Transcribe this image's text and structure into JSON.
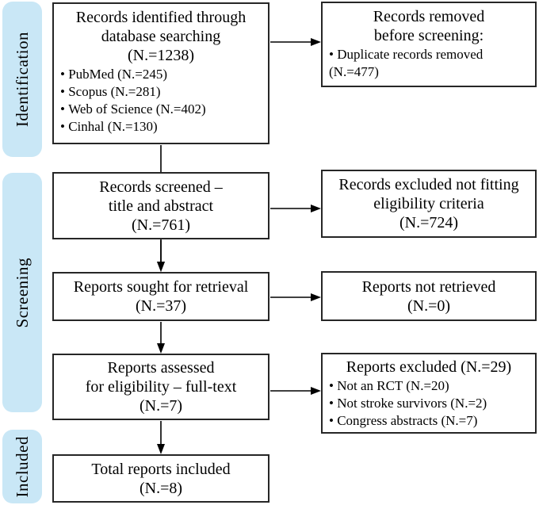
{
  "figure": {
    "kind": "PRISMA flow diagram"
  },
  "colors": {
    "stage_band": "#c9e7f6",
    "box_border": "#262626",
    "box_fill": "#ffffff",
    "arrow": "#000000",
    "text": "#000000",
    "background": "#ffffff"
  },
  "sidebar": {
    "stages": [
      {
        "label": "Identification"
      },
      {
        "label": "Screening"
      },
      {
        "label": "Included"
      }
    ]
  },
  "flow": {
    "identified": {
      "title_lines": [
        "Records identified through",
        "database searching",
        "(N.=1238)"
      ],
      "bullets": [
        "PubMed (N.=245)",
        "Scopus (N.=281)",
        "Web of Science (N.=402)",
        "Cinhal (N.=130)"
      ]
    },
    "removed": {
      "title_lines": [
        "Records removed",
        "before screening:"
      ],
      "bullets": [
        "Duplicate records removed (N.=477)"
      ]
    },
    "screened": {
      "title_lines": [
        "Records screened –",
        "title and abstract",
        "(N.=761)"
      ]
    },
    "excluded_screening": {
      "title_lines": [
        "Records excluded not fitting",
        "eligibility criteria",
        "(N.=724)"
      ]
    },
    "sought": {
      "title_lines": [
        "Reports sought for retrieval",
        "(N.=37)"
      ]
    },
    "not_retrieved": {
      "title_lines": [
        "Reports not retrieved",
        "(N.=0)"
      ]
    },
    "assessed": {
      "title_lines": [
        "Reports assessed",
        "for eligibility – full-text",
        "(N.=7)"
      ]
    },
    "excluded_fulltext": {
      "title_lines": [
        "Reports excluded (N.=29)"
      ],
      "bullets": [
        "Not an RCT (N.=20)",
        "Not stroke survivors (N.=2)",
        "Congress abstracts (N.=7)"
      ]
    },
    "included": {
      "title_lines": [
        "Total reports included",
        "(N.=8)"
      ]
    }
  }
}
